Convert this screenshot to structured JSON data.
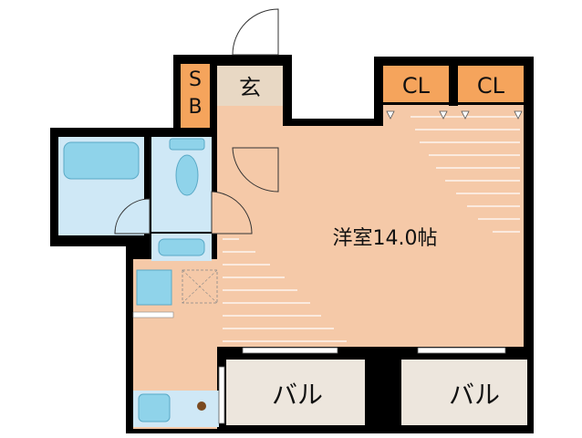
{
  "rooms": {
    "main_room": "洋室14.0帖",
    "entrance": "玄",
    "shoe_box_s": "S",
    "shoe_box_b": "B",
    "closet_1": "CL",
    "closet_2": "CL",
    "balcony_1": "バル",
    "balcony_2": "バル"
  },
  "colors": {
    "wall": "#000000",
    "floor": "#f5c9a8",
    "closet": "#f5a45c",
    "entrance_floor": "#e8d8c4",
    "wet_area": "#cfe8f6",
    "fixture": "#8fd3ea",
    "balcony": "#ede6dd",
    "window": "#ffffff"
  }
}
